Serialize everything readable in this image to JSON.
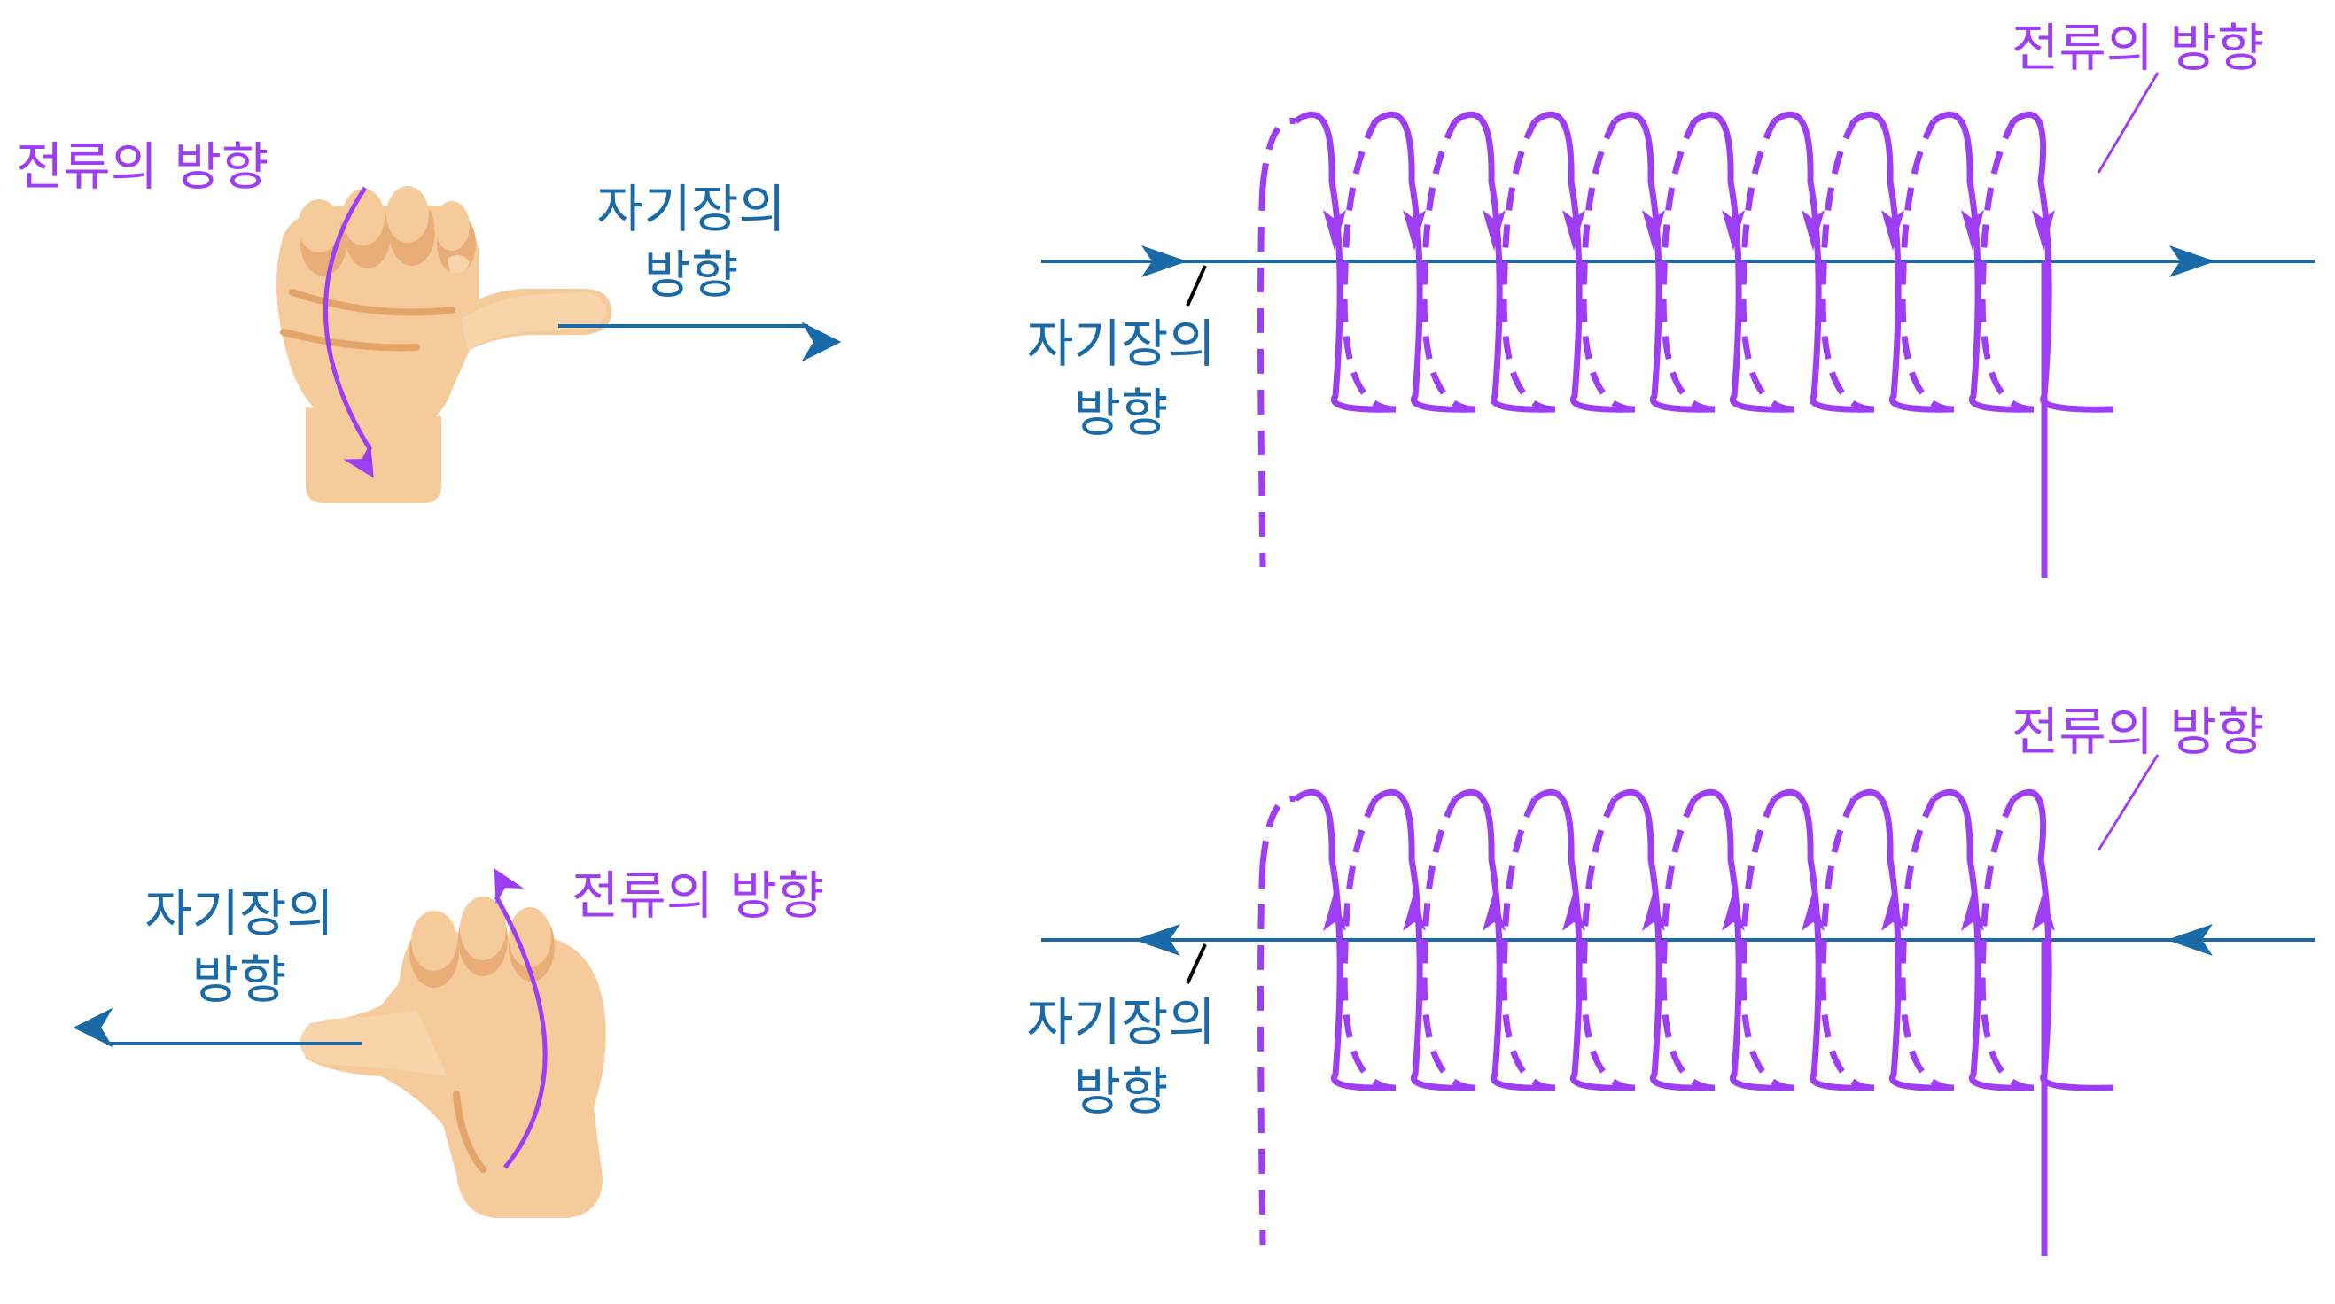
{
  "colors": {
    "current": "#9d3ef5",
    "field": "#1b6aa8",
    "skin": "#f6cb9c",
    "skin_shadow": "#e9ae78",
    "skin_line": "#e2a468"
  },
  "icons": {
    "top_hand": "thumbs-right-hand-icon",
    "bottom_hand": "thumbs-left-hand-icon"
  },
  "panels": {
    "top_left": {
      "current_label": "전류의 방향",
      "field_label_line1": "자기장의",
      "field_label_line2": "방향"
    },
    "top_right": {
      "current_label": "전류의 방향",
      "field_label_line1": "자기장의",
      "field_label_line2": "방향",
      "turns": 10,
      "current_direction": "down-front",
      "field_direction": "right"
    },
    "bottom_left": {
      "current_label": "전류의 방향",
      "field_label_line1": "자기장의",
      "field_label_line2": "방향"
    },
    "bottom_right": {
      "current_label": "전류의 방향",
      "field_label_line1": "자기장의",
      "field_label_line2": "방향",
      "turns": 10,
      "current_direction": "up-front",
      "field_direction": "left"
    }
  }
}
